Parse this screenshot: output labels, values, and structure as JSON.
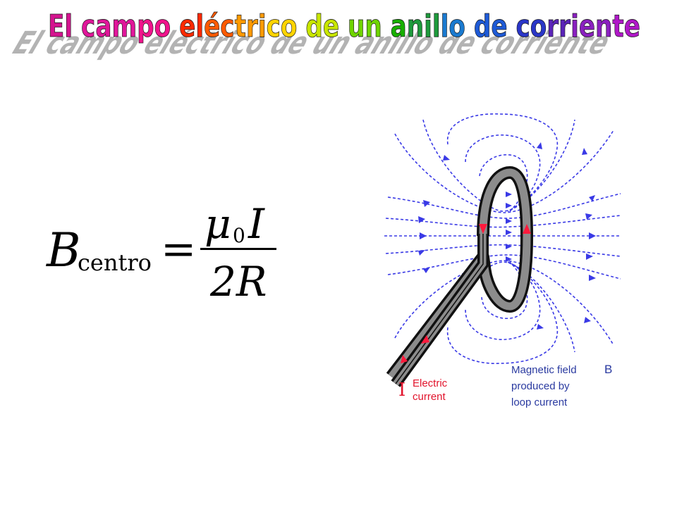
{
  "title": {
    "text": "El campo eléctrico de un anillo de corriente",
    "colors": [
      "#d4148f",
      "#e0169a",
      "#f0148c",
      "#ff2a00",
      "#ff5a00",
      "#ff9a00",
      "#ffd400",
      "#c8e600",
      "#6fd400",
      "#18b000",
      "#1e9a3c",
      "#1a7ad0",
      "#1e5ad6",
      "#2a36c8",
      "#5a24b8",
      "#8a20c0",
      "#b018c8"
    ]
  },
  "formula": {
    "lhs_symbol": "B",
    "lhs_subscript": "centro",
    "equals": "=",
    "numerator_symbol": "μ",
    "numerator_subscript": "0",
    "numerator_variable": "I",
    "denominator": "2R"
  },
  "diagram": {
    "current_symbol": "I",
    "current_label_line1": "Electric",
    "current_label_line2": "current",
    "field_label_line1": "Magnetic field",
    "field_symbol": "B",
    "field_label_line2": "produced by",
    "field_label_line3": "loop current",
    "colors": {
      "field_lines": "#3a3ae6",
      "current_arrows": "#ff1a3c",
      "wire": "#888888",
      "wire_outline": "#111111",
      "label_blue": "#2a3aa0",
      "label_red": "#e2142c"
    }
  }
}
